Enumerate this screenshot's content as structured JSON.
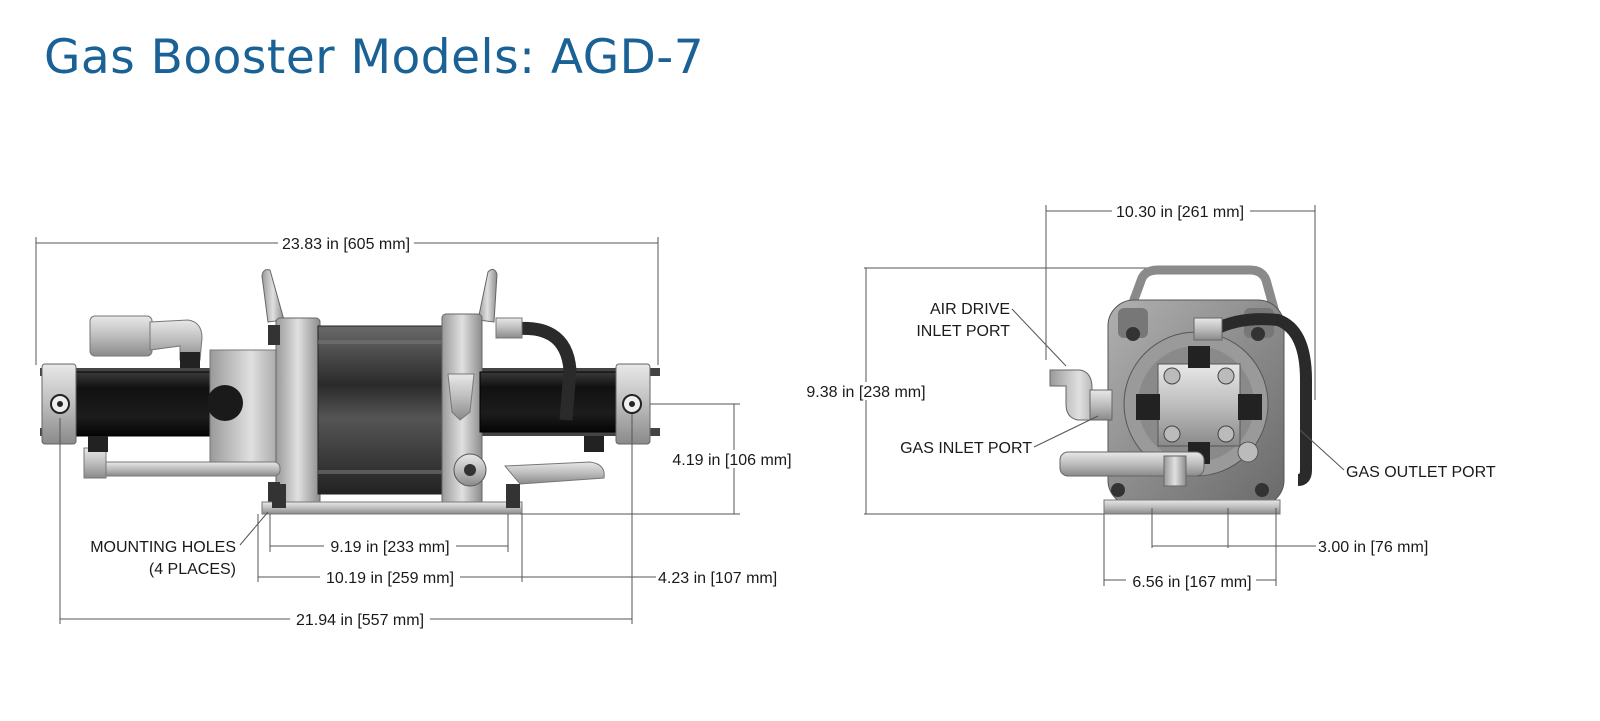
{
  "title": "Gas Booster Models: AGD-7",
  "side_view": {
    "overall_length": "23.83 in [605 mm]",
    "height_to_centerline": "4.19 in [106 mm]",
    "mounting_holes_line1": "MOUNTING HOLES",
    "mounting_holes_line2": "(4 PLACES)",
    "hole_spacing_inner": "9.19 in [233 mm]",
    "hole_spacing_outer": "10.19 in [259 mm]",
    "end_offset": "4.23 in [107 mm]",
    "base_length": "21.94 in [557 mm]"
  },
  "end_view": {
    "overall_width": "10.30 in [261 mm]",
    "overall_height": "9.38 in [238 mm]",
    "air_drive_line1": "AIR DRIVE",
    "air_drive_line2": "INLET PORT",
    "gas_inlet": "GAS INLET PORT",
    "gas_outlet": "GAS OUTLET PORT",
    "base_offset": "3.00 in [76 mm]",
    "base_width": "6.56 in [167 mm]"
  }
}
